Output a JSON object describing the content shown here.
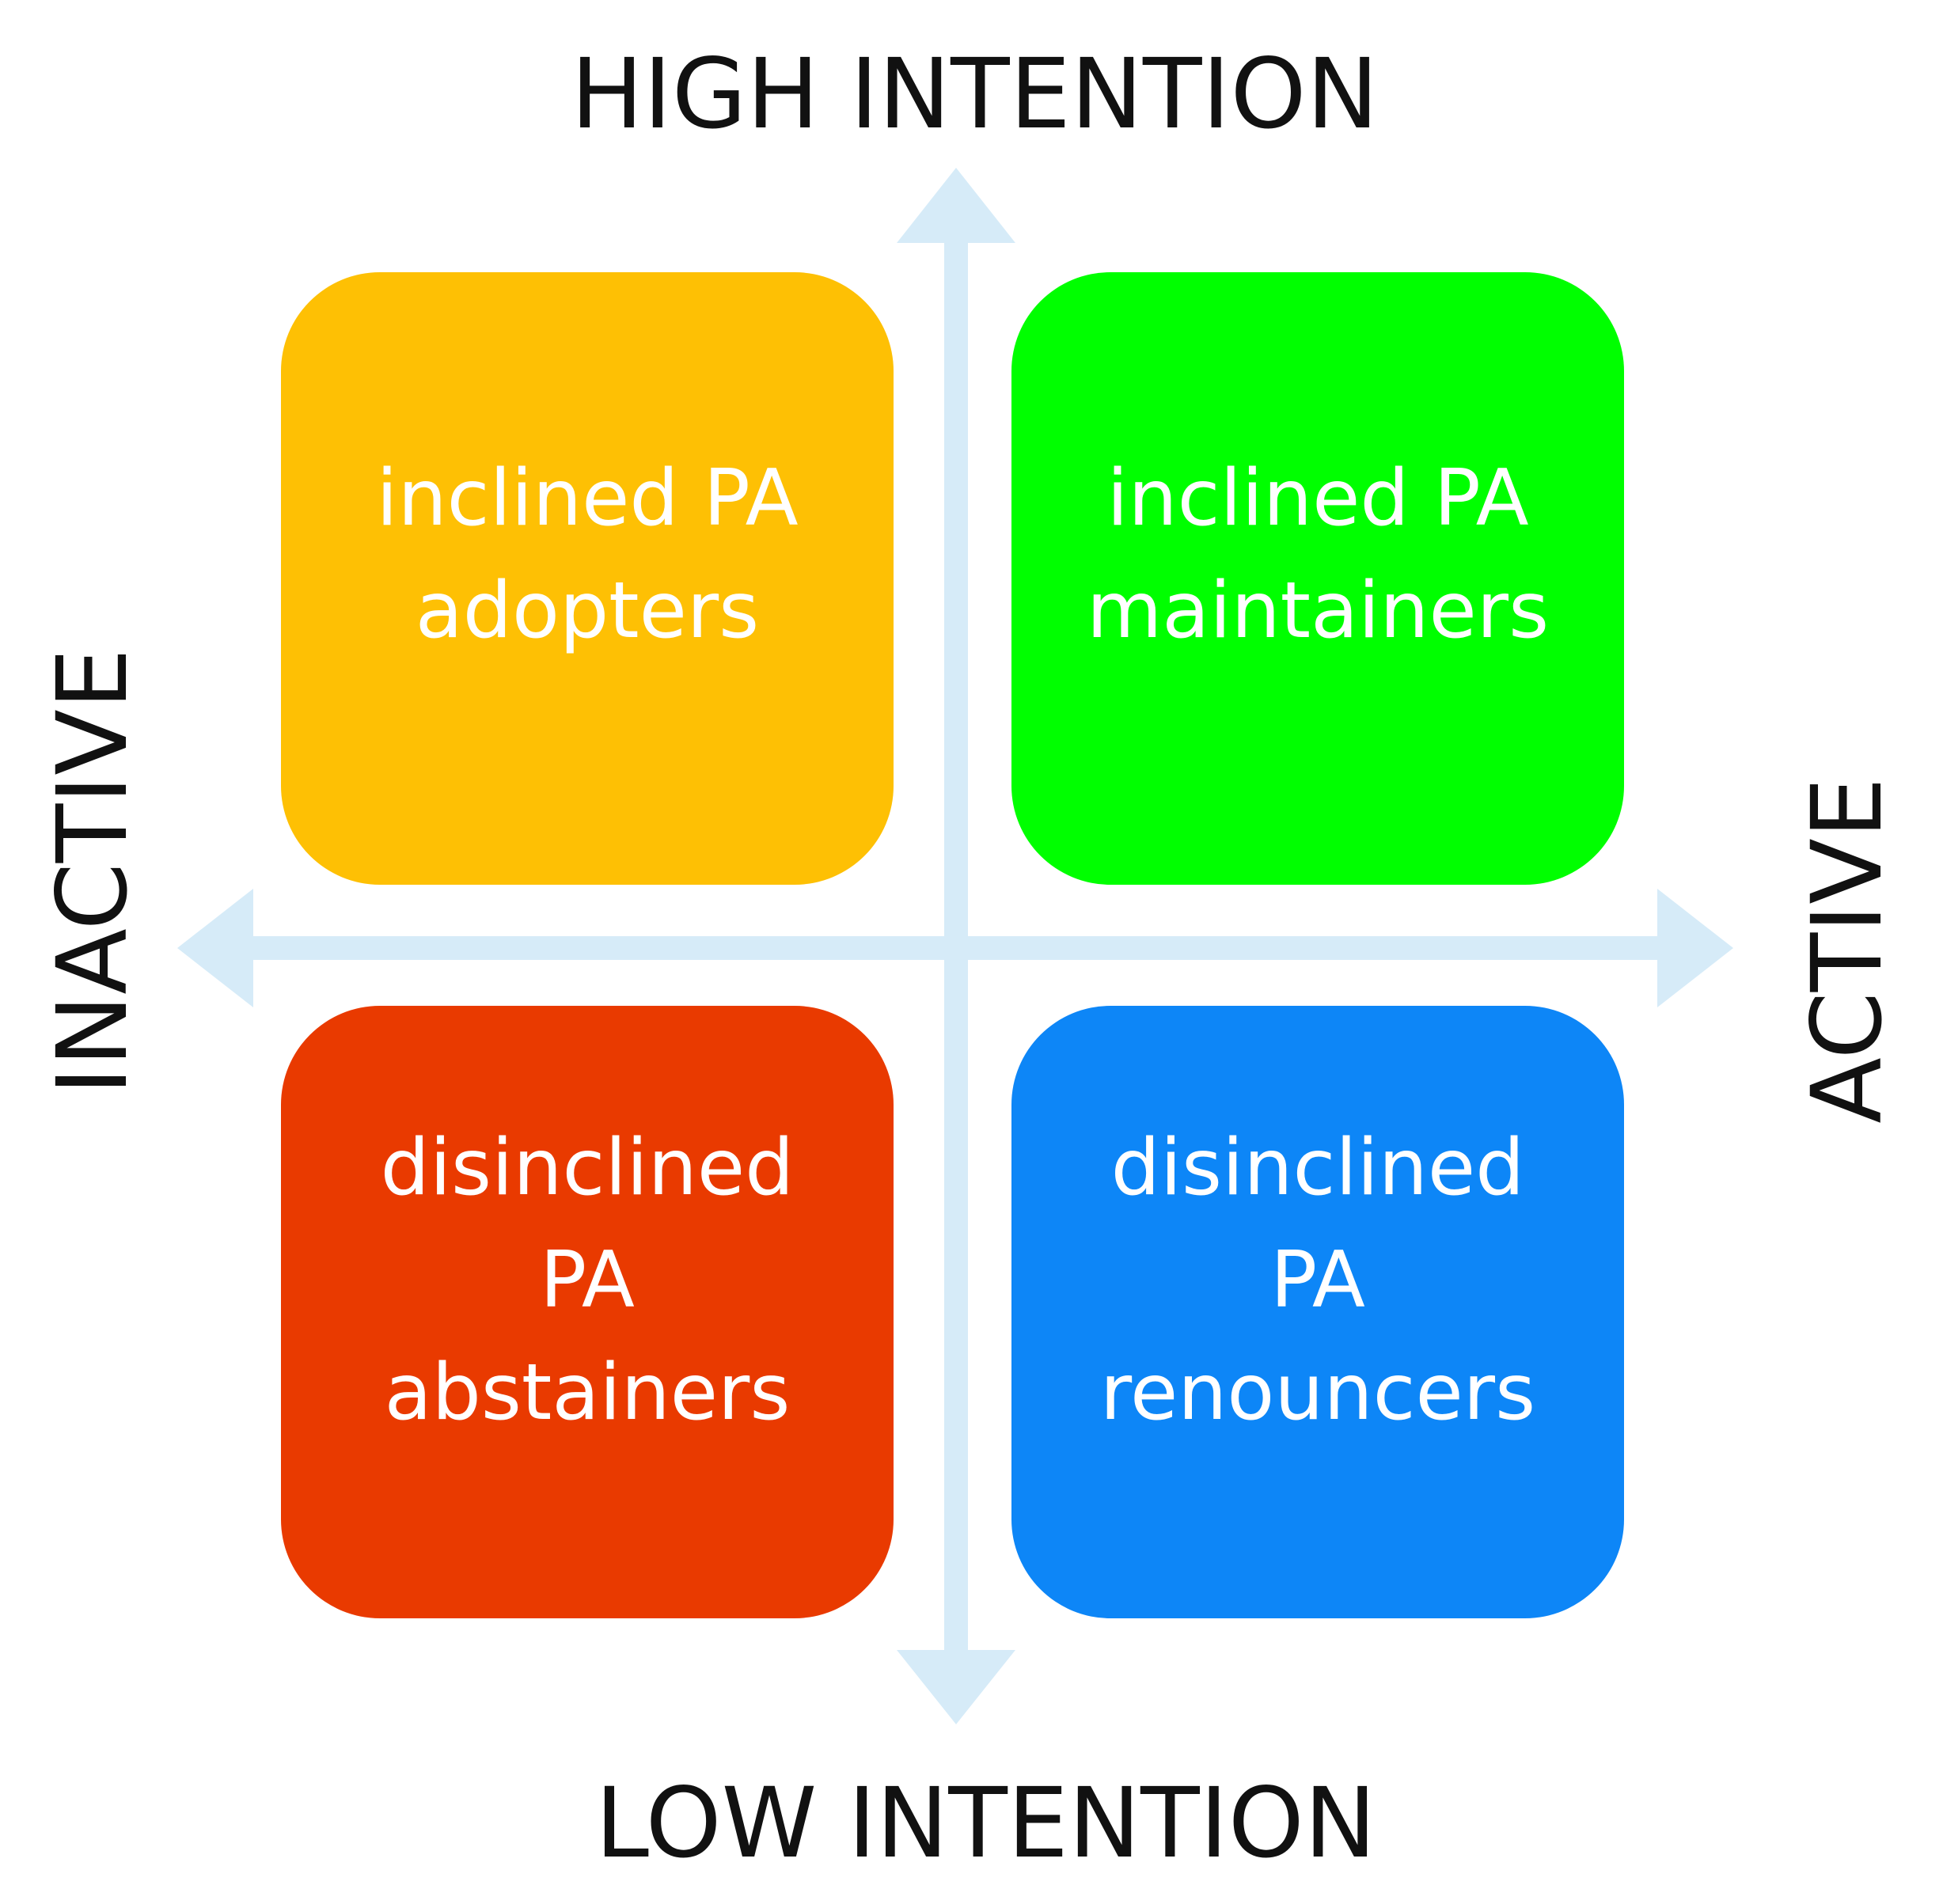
{
  "axes": {
    "top": "HIGH INTENTION",
    "bottom": "LOW INTENTION",
    "left": "INACTIVE",
    "right": "ACTIVE",
    "arrow_color": "#d6ebf8"
  },
  "quadrants": {
    "top_left": {
      "label": "inclined PA\nadopters",
      "color": "#fec004"
    },
    "top_right": {
      "label": "inclined PA\nmaintainers",
      "color": "#00ff00"
    },
    "bottom_left": {
      "label": "disinclined\nPA\nabstainers",
      "color": "#e93a00"
    },
    "bottom_right": {
      "label": "disinclined\nPA\nrenouncers",
      "color": "#0d86f7"
    }
  }
}
